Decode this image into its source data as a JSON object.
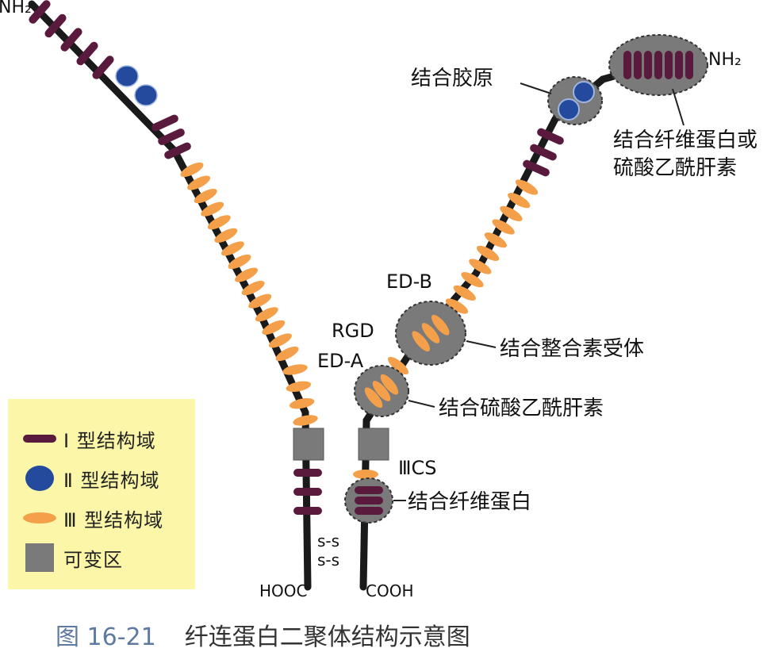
{
  "labels": {
    "nh2_left": "NH₂",
    "nh2_right": "NH₂",
    "collagen": "结合胶原",
    "fibrin_heparin_line1": "结合纤维蛋白或",
    "fibrin_heparin_line2": "硫酸乙酰肝素",
    "ed_b": "ED-B",
    "rgd": "RGD",
    "ed_a": "ED-A",
    "integrin": "结合整合素受体",
    "heparin": "结合硫酸乙酰肝素",
    "iiics": "ⅢCS",
    "fibrin": "结合纤维蛋白",
    "ss1": "s-s",
    "ss2": "s-s",
    "hooc": "HOOC",
    "cooh": "COOH"
  },
  "legend": {
    "type1": "Ⅰ 型结构域",
    "type2": "Ⅱ 型结构域",
    "type3": "Ⅲ 型结构域",
    "variable": "可变区"
  },
  "caption": {
    "number": "图 16-21",
    "title": "纤连蛋白二聚体结构示意图"
  },
  "colors": {
    "type1": "#5a1a3e",
    "type2": "#234a9c",
    "type3": "#f4a04a",
    "variable": "#7a7a7a",
    "backbone": "#1a1a1a",
    "legend_bg": "#fbf6a8"
  }
}
